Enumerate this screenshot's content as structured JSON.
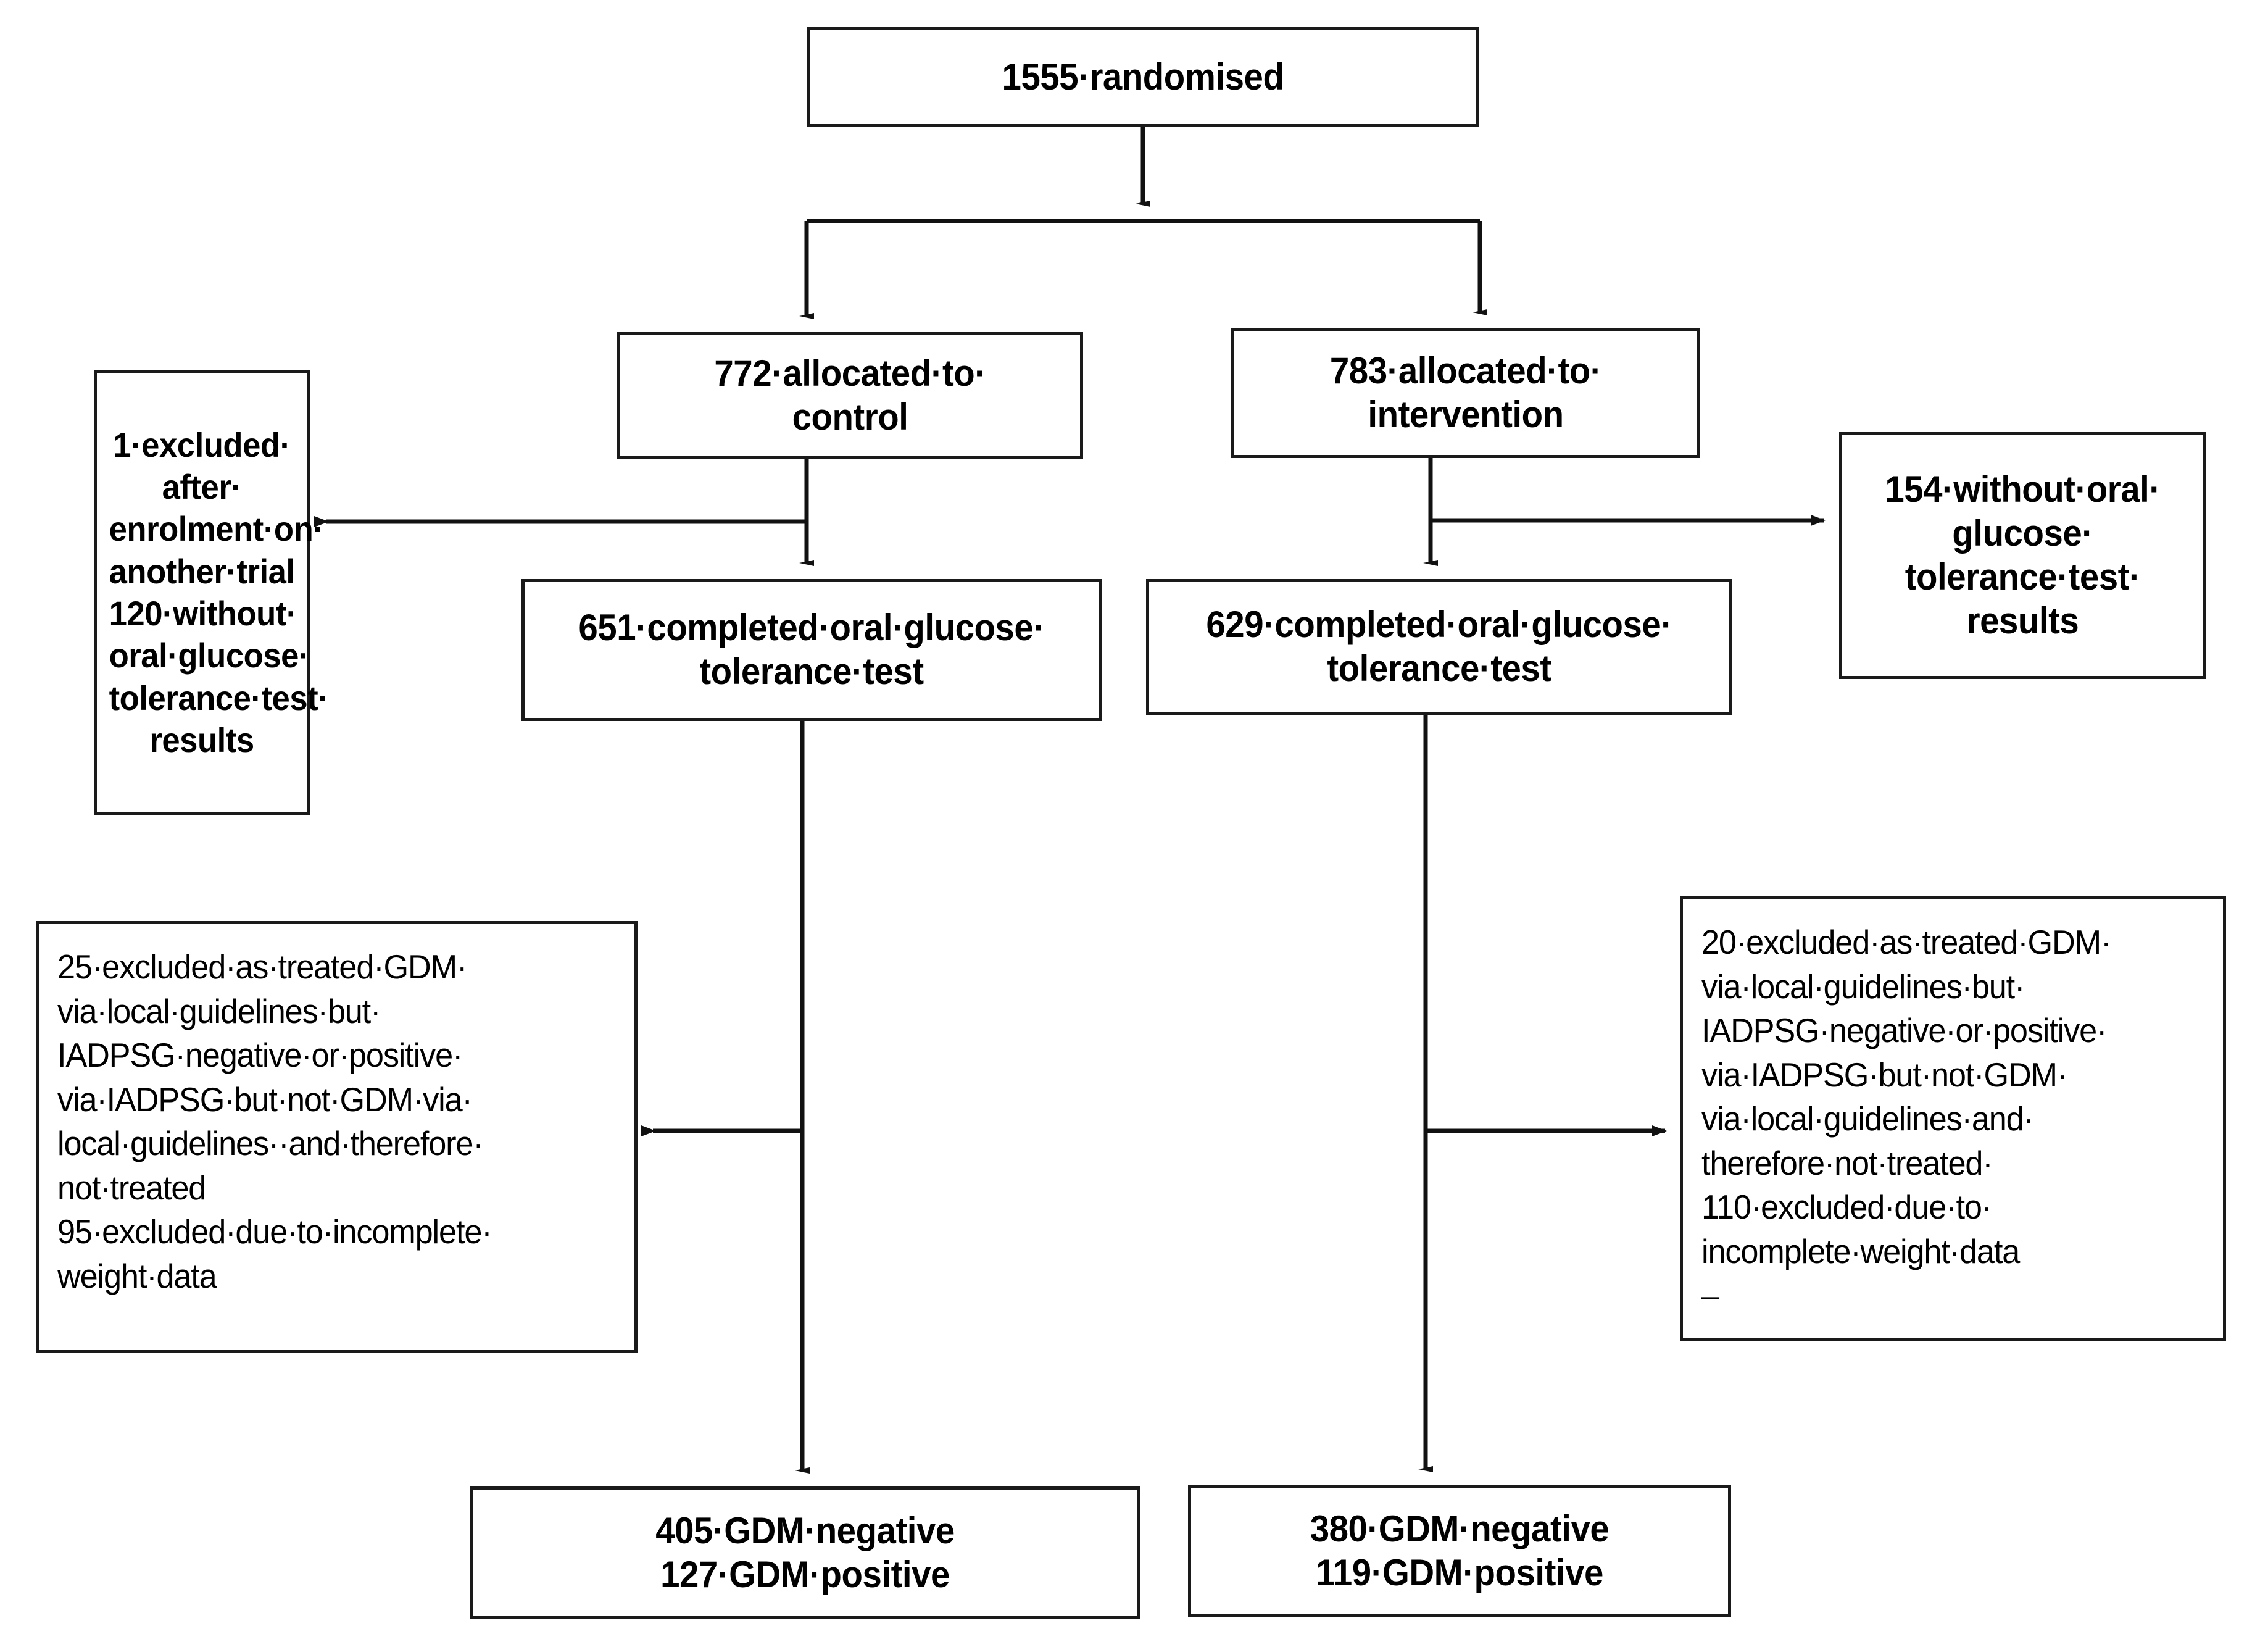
{
  "diagram": {
    "type": "consort-flow-diagram",
    "title": "CONSORT participant flow",
    "line_color": "#1a1a1a",
    "background_color": "#ffffff",
    "text_color": "#000000"
  },
  "nodes": {
    "randomised": {
      "label": "1555·randomised",
      "count": 1555,
      "stage": "randomisation"
    },
    "allocated_control": {
      "label": "772·allocated·to·\ncontrol",
      "count": 772,
      "stage": "allocation",
      "arm": "control"
    },
    "allocated_intervention": {
      "label": "783·allocated·to·\nintervention",
      "count": 783,
      "stage": "allocation",
      "arm": "intervention"
    },
    "excluded_control": {
      "label": "1·excluded·\nafter·\nenrolment·on·\nanother·trial\n120·without·\noral·glucose·\ntolerance·test·\nresults",
      "counts": [
        1,
        120
      ],
      "stage": "exclusion",
      "arm": "control"
    },
    "excluded_intervention": {
      "label": "154·without·oral·\nglucose·\ntolerance·test·\nresults",
      "counts": [
        154
      ],
      "stage": "exclusion",
      "arm": "intervention"
    },
    "completed_ogtt_control": {
      "label": "651·completed·oral·glucose·\ntolerance·test",
      "count": 651,
      "stage": "follow-up",
      "arm": "control"
    },
    "completed_ogtt_intervention": {
      "label": "629·completed·oral·glucose·\ntolerance·test",
      "count": 629,
      "stage": "follow-up",
      "arm": "intervention"
    },
    "analysis_exclusions_control": {
      "label": "25·excluded·as·treated·GDM·\nvia·local·guidelines·but·\nIADPSG·negative·or·positive·\nvia·IADPSG·but·not·GDM·via·\nlocal·guidelines··and·therefore·\nnot·treated\n95·excluded·due·to·incomplete·\nweight·data",
      "counts": [
        25,
        95
      ],
      "stage": "analysis-exclusion",
      "arm": "control"
    },
    "analysis_exclusions_intervention": {
      "label": "20·excluded·as·treated·GDM·\nvia·local·guidelines·but·\nIADPSG·negative·or·positive·\nvia·IADPSG·but·not·GDM·\nvia·local·guidelines·and·\ntherefore·not·treated·\n110·excluded·due·to·\nincomplete·weight·data\n–",
      "counts": [
        20,
        110
      ],
      "stage": "analysis-exclusion",
      "arm": "intervention"
    },
    "result_control": {
      "label": "405·GDM·negative\n127·GDM·positive",
      "gdm_negative": 405,
      "gdm_positive": 127,
      "stage": "analysed",
      "arm": "control"
    },
    "result_intervention": {
      "label": "380·GDM·negative\n119·GDM·positive",
      "gdm_negative": 380,
      "gdm_positive": 119,
      "stage": "analysed",
      "arm": "intervention"
    }
  }
}
